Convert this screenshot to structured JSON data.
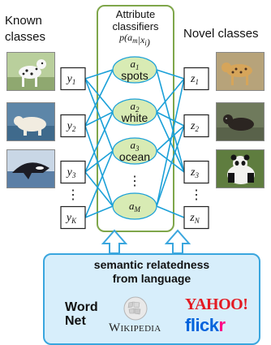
{
  "known_classes": {
    "title_line1": "Known",
    "title_line2": "classes",
    "nodes": [
      {
        "var": "y",
        "sub": "1"
      },
      {
        "var": "y",
        "sub": "2"
      },
      {
        "var": "y",
        "sub": "3"
      },
      {
        "var": "y",
        "sub": "K"
      }
    ],
    "photos": [
      "dalmatian-photo",
      "polar-bear-photo",
      "killer-whale-photo"
    ]
  },
  "novel_classes": {
    "title": "Novel classes",
    "nodes": [
      {
        "var": "z",
        "sub": "1"
      },
      {
        "var": "z",
        "sub": "2"
      },
      {
        "var": "z",
        "sub": "3"
      },
      {
        "var": "z",
        "sub": "N"
      }
    ],
    "photos": [
      "leopard-photo",
      "otter-photo",
      "giant-panda-photo"
    ]
  },
  "attribute_classifiers": {
    "title_line1": "Attribute",
    "title_line2": "classifiers",
    "formula": "p(a_m|x_i)",
    "attributes": [
      {
        "var": "a",
        "sub": "1",
        "label": "spots"
      },
      {
        "var": "a",
        "sub": "2",
        "label": "white"
      },
      {
        "var": "a",
        "sub": "3",
        "label": "ocean"
      },
      {
        "var": "a",
        "sub": "M",
        "label": ""
      }
    ],
    "ellipsis": "⋮"
  },
  "semantic_box": {
    "line1": "semantic relatedness",
    "line2": "from language",
    "sources": {
      "wordnet_line1": "Word",
      "wordnet_line2": "Net",
      "wikipedia": "Wikipedia",
      "yahoo": "YAHOO!",
      "flickr_blue": "flick",
      "flickr_pink": "r"
    }
  },
  "colors": {
    "edge": "#1aa0d8",
    "attr_box_border": "#7fa64a",
    "attr_node_fill": "#d8ebb4",
    "semantic_fill": "#d7eefb",
    "semantic_border": "#3aa6de",
    "arrow_fill": "#ffffff",
    "yahoo_red": "#e31b23",
    "flickr_blue": "#0063dc",
    "flickr_pink": "#ff0084"
  },
  "edges": [
    [
      "y1",
      "a1"
    ],
    [
      "y1",
      "a2"
    ],
    [
      "y1",
      "a3"
    ],
    [
      "y2",
      "a1"
    ],
    [
      "y2",
      "a2"
    ],
    [
      "y2",
      "a4"
    ],
    [
      "y3",
      "a2"
    ],
    [
      "y3",
      "a3"
    ],
    [
      "y3",
      "a4"
    ],
    [
      "yK",
      "a3"
    ],
    [
      "yK",
      "a4"
    ],
    [
      "a1",
      "z1"
    ],
    [
      "a1",
      "z3"
    ],
    [
      "a2",
      "z1"
    ],
    [
      "a2",
      "z2"
    ],
    [
      "a2",
      "z3"
    ],
    [
      "a3",
      "z2"
    ],
    [
      "a3",
      "z3"
    ],
    [
      "a4",
      "z1"
    ],
    [
      "a4",
      "z2"
    ],
    [
      "a4",
      "zN"
    ]
  ]
}
